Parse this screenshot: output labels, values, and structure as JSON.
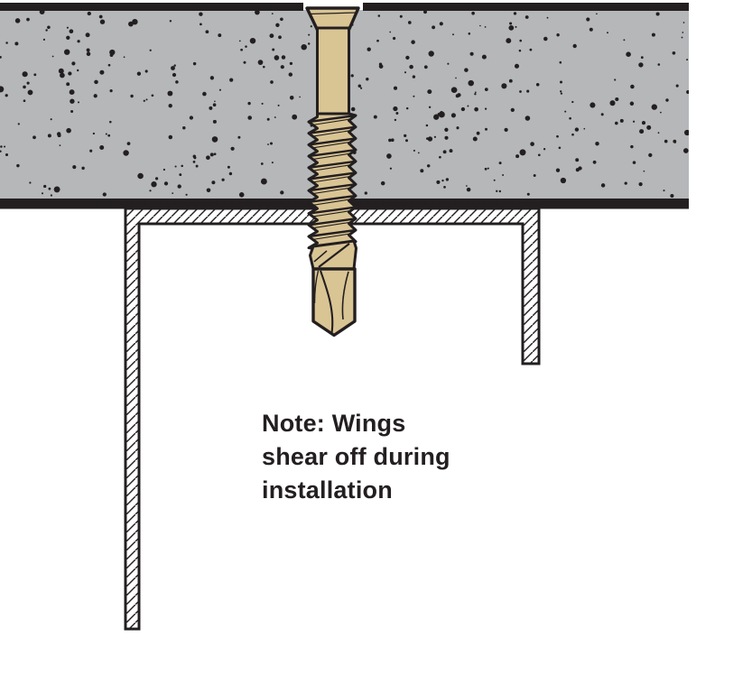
{
  "note": {
    "line1": "Note: Wings",
    "line2": "shear off during",
    "line3": "installation"
  },
  "colors": {
    "concrete": "#b5b7b9",
    "screw": "#d9c494",
    "outline": "#231f20",
    "paper": "#ffffff"
  }
}
